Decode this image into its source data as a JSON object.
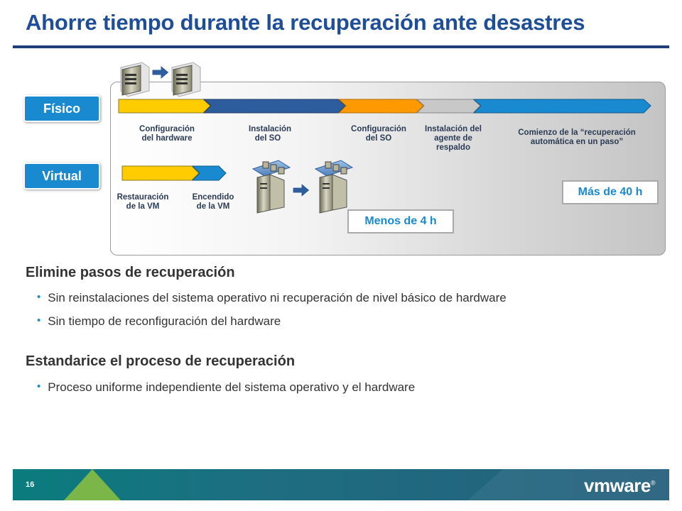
{
  "title": "Ahorre tiempo durante la recuperación ante desastres",
  "diagram": {
    "row_labels": {
      "physical": "Físico",
      "virtual": "Virtual"
    },
    "physical_steps": [
      {
        "label": "Configuración del hardware",
        "color": "#ffcc00"
      },
      {
        "label": "Instalación del SO",
        "color": "#2e5d9e"
      },
      {
        "label": "Configuración del SO",
        "color": "#ff9900"
      },
      {
        "label": "Instalación del agente de respaldo",
        "color": "#c8c8c8"
      },
      {
        "label": "Comienzo de la “recuperación automática en un paso”",
        "color": "#1a8ad0"
      }
    ],
    "virtual_steps": [
      {
        "label": "Restauración de la VM",
        "color": "#ffcc00"
      },
      {
        "label": "Encendido de la VM",
        "color": "#1a8ad0"
      }
    ],
    "physical_time": "Más de 40 h",
    "virtual_time": "Menos de 4 h"
  },
  "sections": [
    {
      "heading": "Elimine pasos de recuperación",
      "bullets": [
        "Sin reinstalaciones del sistema operativo ni recuperación de nivel básico de hardware",
        "Sin tiempo de reconfiguración del hardware"
      ]
    },
    {
      "heading": "Estandarice el proceso de recuperación",
      "bullets": [
        "Proceso uniforme independiente del sistema operativo y el hardware"
      ]
    }
  ],
  "footer": {
    "page_number": "16",
    "logo": "vmware",
    "logo_mark": "®"
  }
}
